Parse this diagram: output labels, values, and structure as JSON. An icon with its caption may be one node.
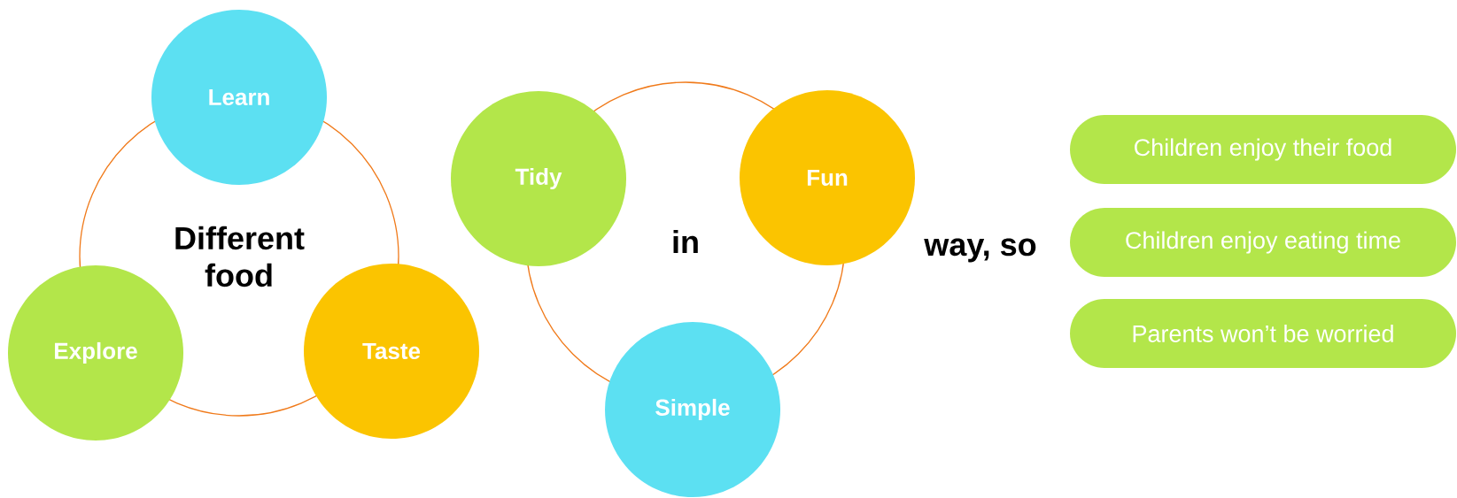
{
  "diagram": {
    "nodes": [
      {
        "text": [
          "Different food"
        ]
      },
      {
        "text": [
          "Learn"
        ]
      },
      {
        "text": [
          "Explore"
        ]
      },
      {
        "text": [
          "Taste"
        ]
      },
      {
        "text": [
          "in"
        ]
      },
      {
        "text": [
          "Tidy"
        ]
      },
      {
        "text": [
          "Fun"
        ]
      },
      {
        "text": [
          "Simple"
        ]
      },
      {
        "text": [
          "Children enjoy their food"
        ]
      },
      {
        "text": [
          "Children enjoy eating time"
        ]
      },
      {
        "text": [
          "Parents won’t be worried"
        ]
      }
    ],
    "labels": [
      "way, so"
    ]
  }
}
